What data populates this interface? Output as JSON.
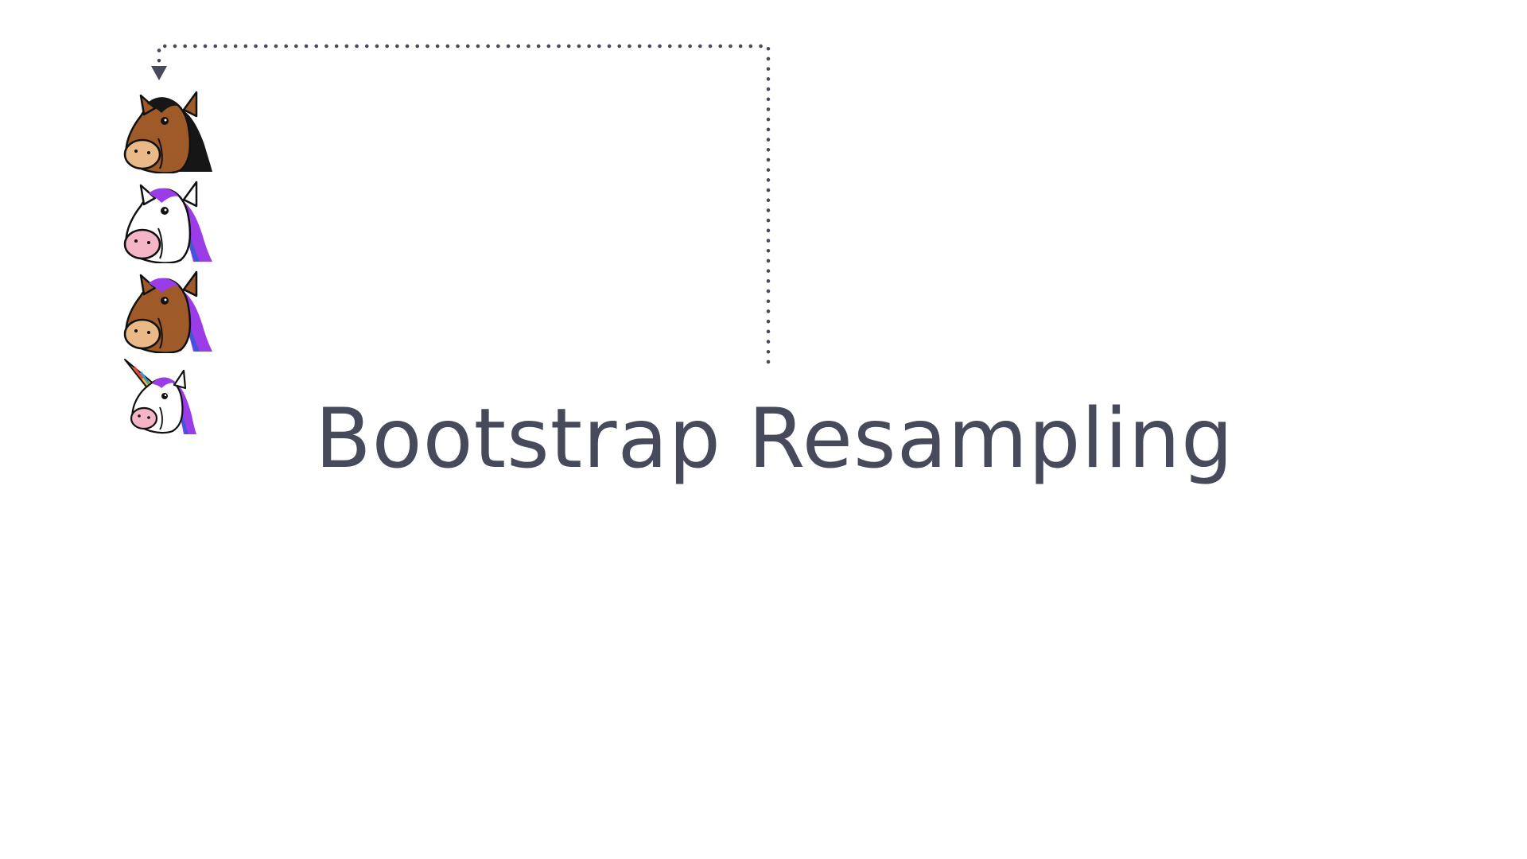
{
  "slide": {
    "title": "Bootstrap Resampling"
  },
  "animals": [
    {
      "kind": "horse",
      "coat": "#9f5a2a",
      "mane": "#161616",
      "muzzle": "#e9b987"
    },
    {
      "kind": "white-horse",
      "coat": "#ffffff",
      "mane": "#9a3de8",
      "muzzle": "#f4b6c6"
    },
    {
      "kind": "horse",
      "coat": "#9f5a2a",
      "mane": "#9a3de8",
      "muzzle": "#e9b987"
    },
    {
      "kind": "unicorn",
      "coat": "#ffffff",
      "mane": "#9a3de8",
      "muzzle": "#f4b6c6"
    }
  ],
  "colors": {
    "text": "#474a5b",
    "connector": "#474a5b",
    "outline": "#111111"
  }
}
